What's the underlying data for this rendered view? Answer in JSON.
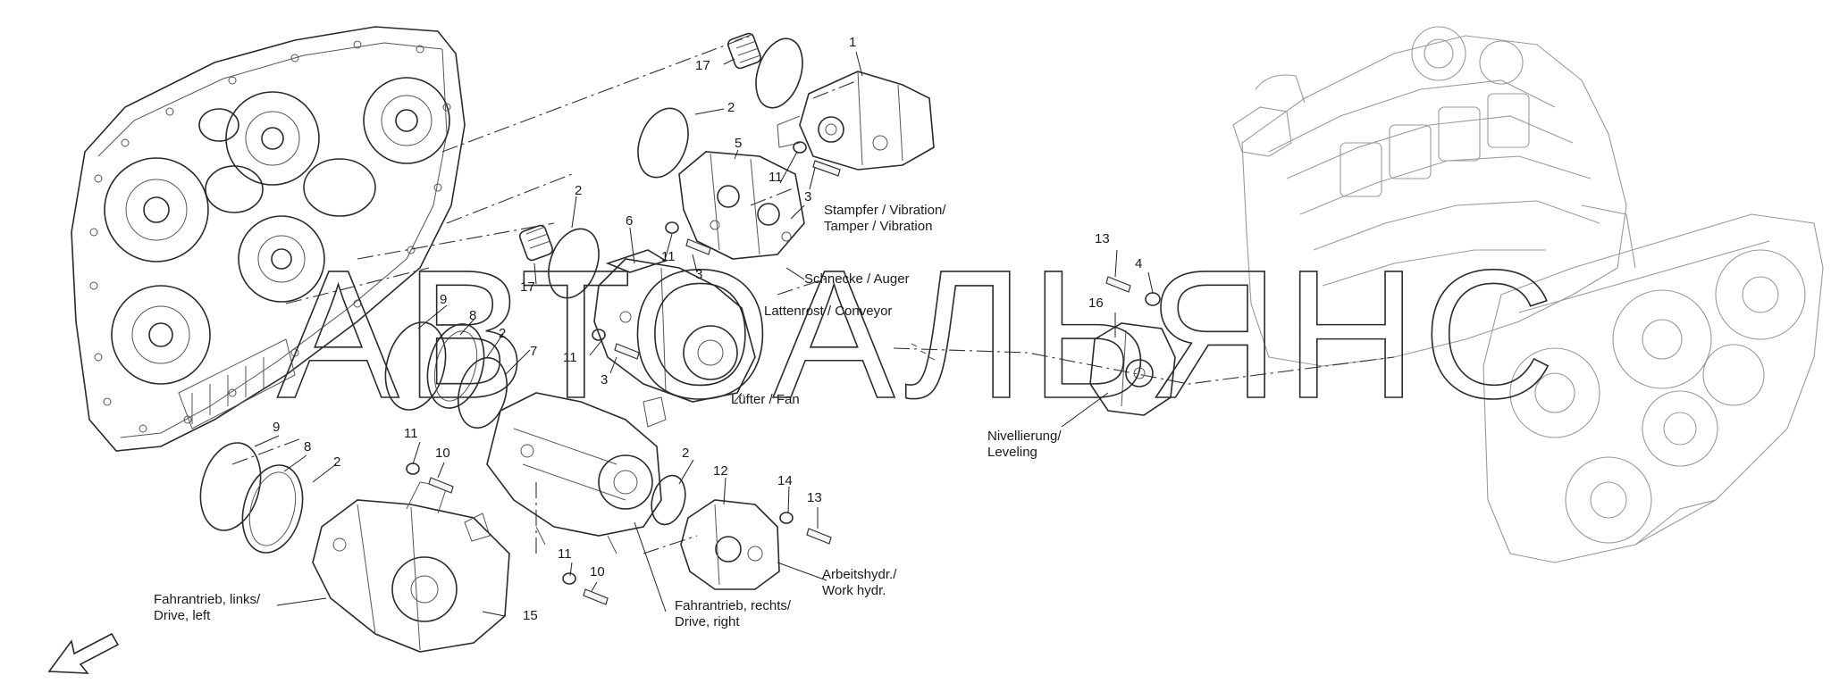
{
  "watermark": "АВТОАЛЬЯНС",
  "callouts": [
    {
      "id": "c1",
      "text": "1"
    },
    {
      "id": "c2a",
      "text": "2"
    },
    {
      "id": "c5",
      "text": "5"
    },
    {
      "id": "c17a",
      "text": "17"
    },
    {
      "id": "c11a",
      "text": "11"
    },
    {
      "id": "c3a",
      "text": "3"
    },
    {
      "id": "c2b",
      "text": "2"
    },
    {
      "id": "c6",
      "text": "6"
    },
    {
      "id": "c11b",
      "text": "11"
    },
    {
      "id": "c3b",
      "text": "3"
    },
    {
      "id": "c17b",
      "text": "17"
    },
    {
      "id": "c9a",
      "text": "9"
    },
    {
      "id": "c8a",
      "text": "8"
    },
    {
      "id": "c2c",
      "text": "2"
    },
    {
      "id": "c7",
      "text": "7"
    },
    {
      "id": "c11c",
      "text": "11"
    },
    {
      "id": "c3c",
      "text": "3"
    },
    {
      "id": "c9b",
      "text": "9"
    },
    {
      "id": "c8b",
      "text": "8"
    },
    {
      "id": "c2d",
      "text": "2"
    },
    {
      "id": "c11d",
      "text": "11"
    },
    {
      "id": "c10a",
      "text": "10"
    },
    {
      "id": "c2e",
      "text": "2"
    },
    {
      "id": "c12",
      "text": "12"
    },
    {
      "id": "c14",
      "text": "14"
    },
    {
      "id": "c13a",
      "text": "13"
    },
    {
      "id": "c11e",
      "text": "11"
    },
    {
      "id": "c10b",
      "text": "10"
    },
    {
      "id": "c15",
      "text": "15"
    },
    {
      "id": "c13b",
      "text": "13"
    },
    {
      "id": "c4",
      "text": "4"
    },
    {
      "id": "c16",
      "text": "16"
    }
  ],
  "labels": {
    "tamper_de": "Stampfer / Vibration/",
    "tamper_en": "Tamper / Vibration",
    "auger": "Schnecke / Auger",
    "conveyor": "Lattenrost / Conveyor",
    "fan": "Lüfter / Fan",
    "leveling_de": "Nivellierung/",
    "leveling_en": "Leveling",
    "work_de": "Arbeitshydr./",
    "work_en": "Work hydr.",
    "drive_right_de": "Fahrantrieb, rechts/",
    "drive_right_en": "Drive, right",
    "drive_left_de": "Fahrantrieb, links/",
    "drive_left_en": "Drive, left"
  }
}
